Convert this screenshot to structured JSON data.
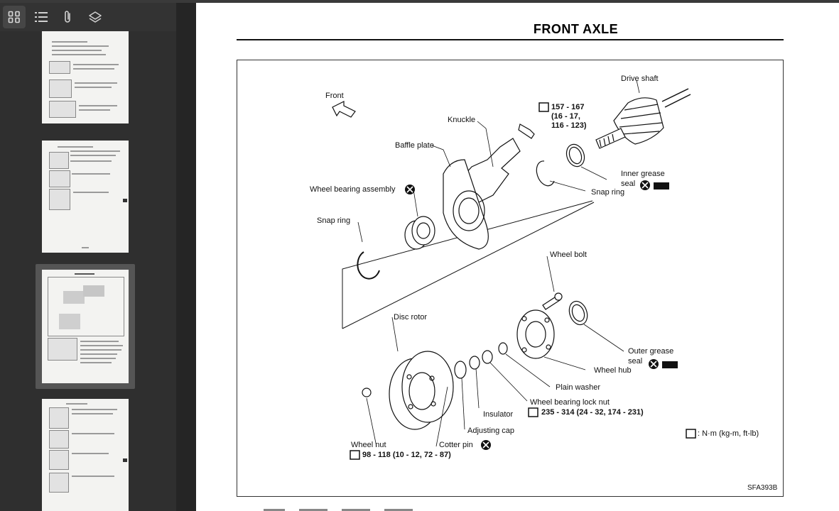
{
  "viewer": {
    "tools": [
      {
        "name": "thumbnails",
        "icon": "thumbnails-grid-icon"
      },
      {
        "name": "outline",
        "icon": "list-icon"
      },
      {
        "name": "attachments",
        "icon": "paperclip-icon"
      },
      {
        "name": "layers",
        "icon": "layers-icon"
      }
    ]
  },
  "page": {
    "title": "FRONT AXLE",
    "figure_code": "SFA393B",
    "legend_unit": ": N·m (kg-m, ft-lb)"
  },
  "labels": {
    "front": "Front",
    "drive_shaft": "Drive shaft",
    "knuckle": "Knuckle",
    "torque_knuckle_1": "157 - 167",
    "torque_knuckle_2": "(16 - 17,",
    "torque_knuckle_3": "116 - 123)",
    "baffle_plate": "Baffle plate",
    "inner_grease_seal_1": "Inner grease",
    "inner_grease_seal_2": "seal",
    "snap_ring_right": "Snap ring",
    "wheel_bearing_assembly": "Wheel bearing assembly",
    "snap_ring_left": "Snap ring",
    "wheel_bolt": "Wheel bolt",
    "disc_rotor": "Disc rotor",
    "outer_grease_seal_1": "Outer grease",
    "outer_grease_seal_2": "seal",
    "wheel_hub": "Wheel hub",
    "plain_washer": "Plain washer",
    "wheel_bearing_lock_nut": "Wheel bearing lock nut",
    "torque_lock_nut": "235 - 314 (24 - 32, 174 - 231)",
    "insulator": "Insulator",
    "adjusting_cap": "Adjusting cap",
    "wheel_nut": "Wheel nut",
    "cotter_pin": "Cotter pin",
    "torque_wheel_nut": "98 - 118 (10 - 12, 72 - 87)"
  }
}
